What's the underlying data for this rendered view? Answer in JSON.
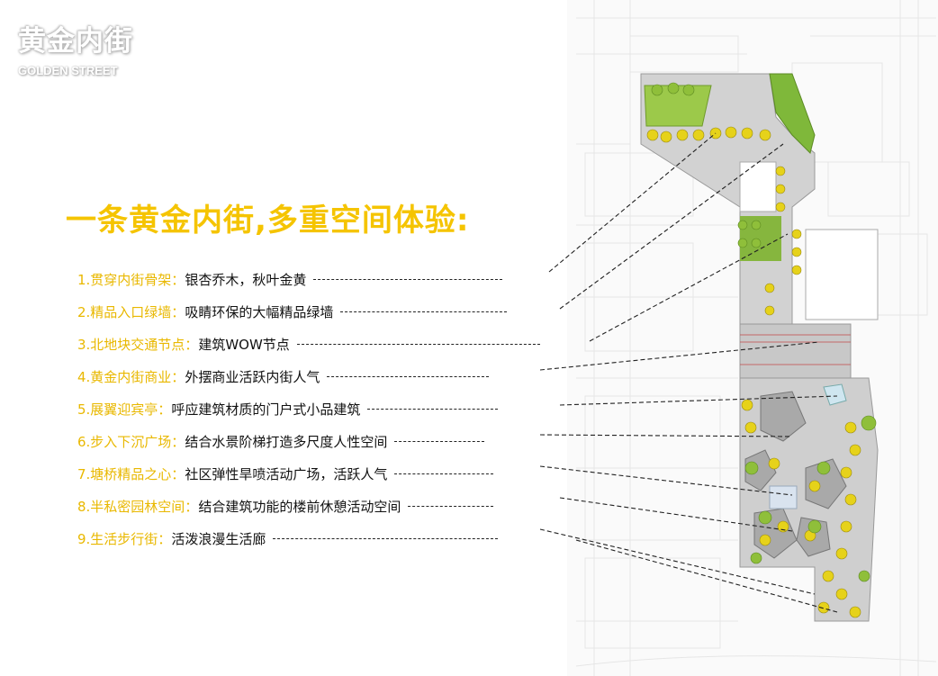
{
  "page": {
    "title": "黄金内街",
    "subtitle": "GOLDEN STREET",
    "heading": "一条黄金内街,多重空间体验:"
  },
  "colors": {
    "accent_yellow": "#f5c400",
    "label_yellow": "#e9b800",
    "text": "#111111",
    "tree_green": "#8fbf3a",
    "tree_yellow": "#e6d21a",
    "paving": "#bdbdbd"
  },
  "items": [
    {
      "label": "1.贯穿内街骨架：",
      "desc": "银杏乔木，秋叶金黄"
    },
    {
      "label": "2.精品入口绿墙：",
      "desc": "吸睛环保的大幅精品绿墙"
    },
    {
      "label": "3.北地块交通节点：",
      "desc": "建筑WOW节点"
    },
    {
      "label": "4.黄金内街商业：",
      "desc": "外摆商业活跃内街人气"
    },
    {
      "label": "5.展翼迎宾亭：",
      "desc": "呼应建筑材质的门户式小品建筑"
    },
    {
      "label": "6.步入下沉广场：",
      "desc": "结合水景阶梯打造多尺度人性空间"
    },
    {
      "label": "7.塘桥精品之心：",
      "desc": "社区弹性旱喷活动广场，活跃人气"
    },
    {
      "label": "8.半私密园林空间：",
      "desc": "结合建筑功能的楼前休憩活动空间"
    },
    {
      "label": "9.生活步行街：",
      "desc": "活泼浪漫生活廊"
    }
  ]
}
